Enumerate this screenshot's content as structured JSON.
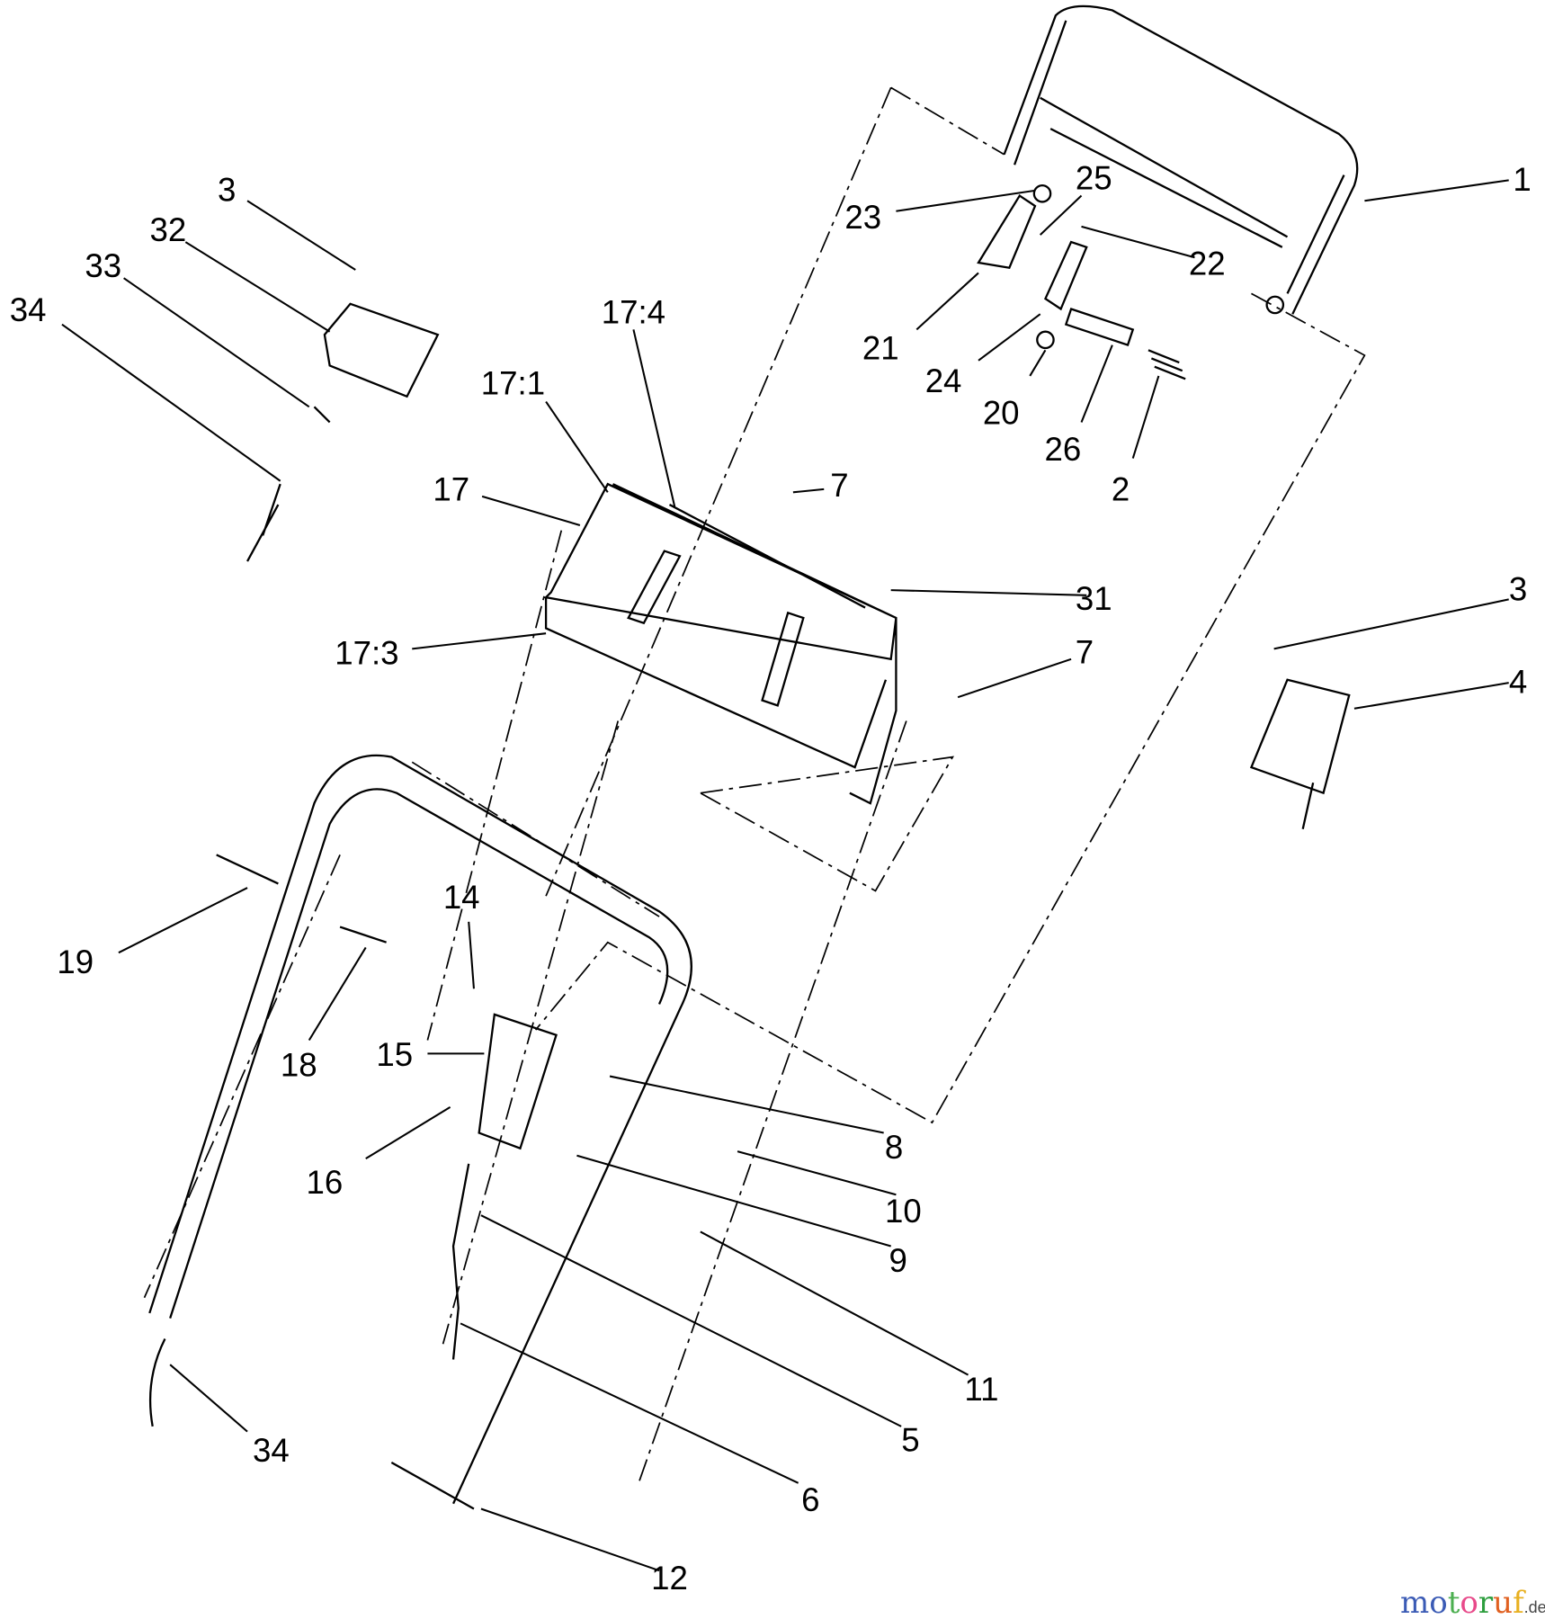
{
  "labels": [
    "1",
    "25",
    "23",
    "22",
    "21",
    "24",
    "20",
    "26",
    "2",
    "3",
    "32",
    "33",
    "34",
    "17:4",
    "17:1",
    "17",
    "7",
    "31",
    "17:3",
    "7",
    "3",
    "4",
    "19",
    "18",
    "14",
    "15",
    "16",
    "8",
    "10",
    "9",
    "11",
    "5",
    "6",
    "34",
    "12"
  ],
  "watermark": {
    "text": "motoruf",
    "suffix": ".de",
    "colors": [
      "#3b5bb5",
      "#3b5bb5",
      "#4caf50",
      "#e84a8a",
      "#2e9e3f",
      "#e06020",
      "#e8b020"
    ]
  }
}
